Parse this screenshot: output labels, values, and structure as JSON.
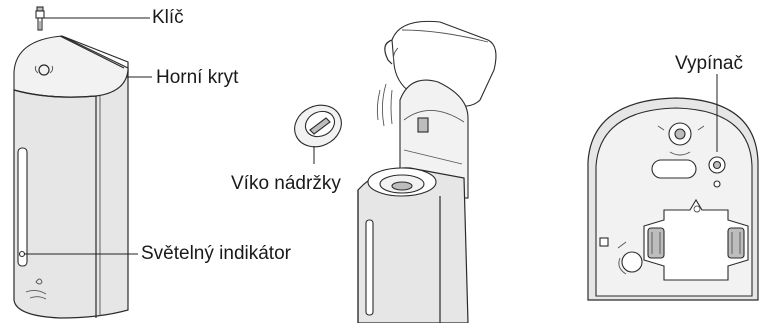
{
  "labels": {
    "key": "Klíč",
    "top_cover": "Horní kryt",
    "tank_lid": "Víko nádržky",
    "light_indicator": "Světelný indikátor",
    "power_switch": "Vypínač"
  },
  "colors": {
    "body_fill": "#e6e6e6",
    "outline": "#2b2b2b",
    "text": "#1a1a1a"
  }
}
